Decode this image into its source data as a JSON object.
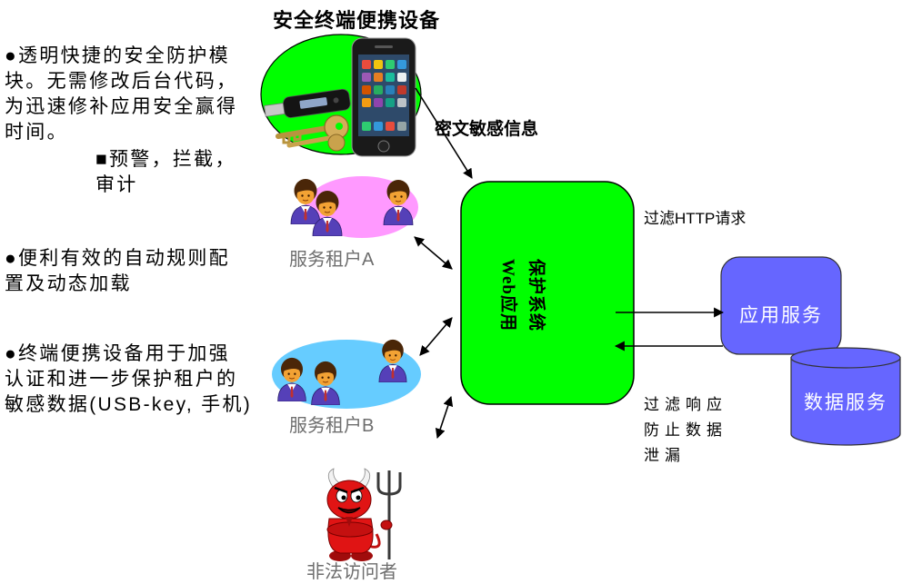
{
  "title": "安全终端便携设备",
  "notes": {
    "fast_protection": [
      "●透明快捷的安全防护模",
      "块。无需修改后台代码，",
      "为迅速修补应用安全赢得",
      "时间。"
    ],
    "features": [
      "■预警，拦截，",
      "审计"
    ],
    "rules": [
      "●便利有效的自动规则配",
      "置及动态加载"
    ],
    "devices": [
      "●终端便携设备用于加强",
      "认证和进一步保护租户的",
      "敏感数据(USB-key, 手机)"
    ]
  },
  "flows": {
    "encrypted_info": "密文敏感信息",
    "filter_request": "过滤HTTP请求",
    "filter_response": [
      "过滤响应",
      "防止数据",
      "泄漏"
    ]
  },
  "actors": {
    "tenant_a": "服务租户A",
    "tenant_b": "服务租户B",
    "attacker": "非法访问者"
  },
  "waf": {
    "line1": "Web应用",
    "line2": "保护系统"
  },
  "services": {
    "app": "应用服务",
    "data": "数据服务"
  },
  "icons": {
    "device": [
      "usb-key-icon",
      "smartphone-icon"
    ],
    "tenant": "person-icon",
    "attacker": "devil-icon"
  },
  "colors": {
    "device_zone": "#00ff00",
    "tenant_a_zone": "#ff99ff",
    "tenant_b_zone": "#66ccff",
    "waf": "#00ff00",
    "service": "#6666ff",
    "attacker": "#e01414"
  }
}
